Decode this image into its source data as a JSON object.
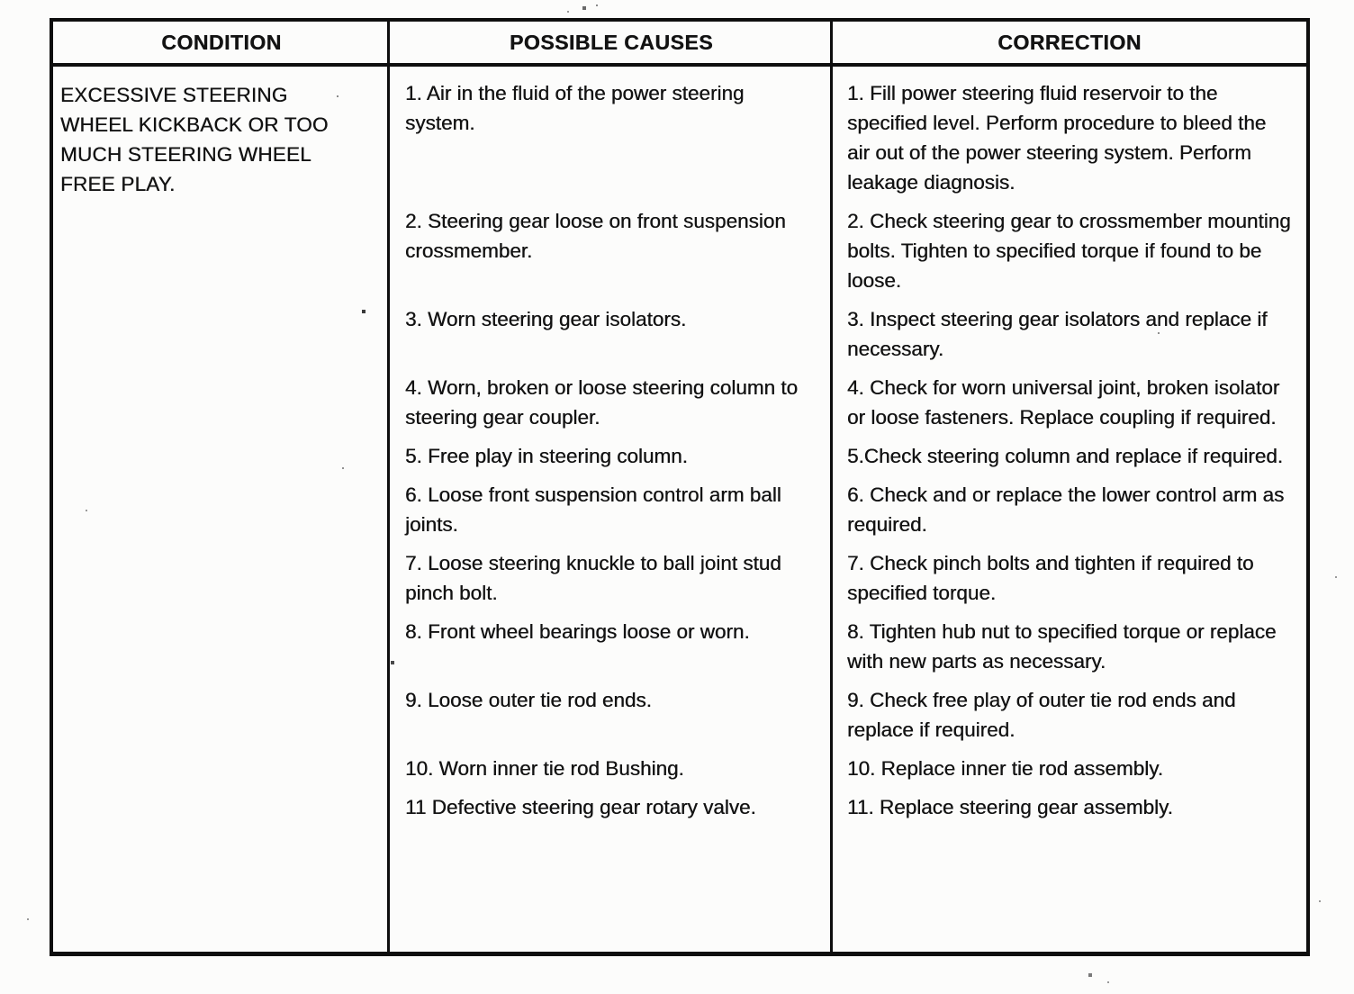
{
  "table": {
    "headers": [
      "CONDITION",
      "POSSIBLE CAUSES",
      "CORRECTION"
    ],
    "condition": "EXCESSIVE STEERING WHEEL KICKBACK OR TOO MUCH STEERING WHEEL FREE PLAY.",
    "rows": [
      {
        "cause": "1. Air in the fluid of the power steering system.",
        "correction": "1. Fill power steering fluid reservoir to the specified level. Perform procedure to bleed the air out of the power steering system. Perform leakage diagnosis."
      },
      {
        "cause": "2. Steering gear loose on front suspension crossmember.",
        "correction": "2. Check steering gear to crossmember mounting bolts. Tighten to specified torque if found to be loose."
      },
      {
        "cause": "3. Worn steering gear isolators.",
        "correction": "3. Inspect steering gear isolators and replace if necessary."
      },
      {
        "cause": "4. Worn, broken or loose steering column to steering gear coupler.",
        "correction": "4. Check for worn universal joint, broken isolator or loose fasteners. Replace coupling if required."
      },
      {
        "cause": "5. Free play in steering column.",
        "correction": "5.Check steering column and replace if required."
      },
      {
        "cause": "6. Loose front suspension control arm ball joints.",
        "correction": "6. Check and or replace the lower control arm as required."
      },
      {
        "cause": "7. Loose steering knuckle to ball joint stud pinch bolt.",
        "correction": "7. Check pinch bolts and tighten if required to specified torque."
      },
      {
        "cause": "8. Front wheel bearings loose or worn.",
        "correction": "8. Tighten hub nut to specified torque or replace with new parts as necessary."
      },
      {
        "cause": "9. Loose outer tie rod ends.",
        "correction": "9. Check free play of outer tie rod ends and replace if required."
      },
      {
        "cause": "10. Worn inner tie rod Bushing.",
        "correction": "10. Replace inner tie rod assembly."
      },
      {
        "cause": "11 Defective steering gear rotary valve.",
        "correction": "11. Replace steering gear assembly."
      }
    ]
  }
}
